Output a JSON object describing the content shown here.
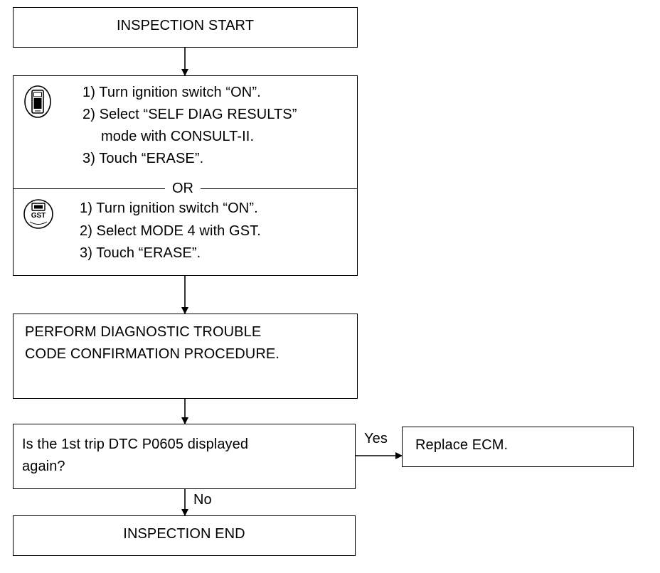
{
  "start": {
    "label": "INSPECTION START"
  },
  "step1": {
    "consult": {
      "icon": "consult-ii-tester-icon",
      "lines": [
        "1) Turn ignition switch “ON”.",
        "2) Select “SELF DIAG RESULTS”",
        "mode with CONSULT-II.",
        "3) Touch “ERASE”."
      ]
    },
    "separator": "OR",
    "gst": {
      "icon": "gst-scan-tool-icon",
      "icon_text": "GST",
      "lines": [
        "1) Turn ignition switch “ON”.",
        "2) Select MODE 4 with GST.",
        "3) Touch “ERASE”."
      ]
    }
  },
  "step2": {
    "lines": [
      "PERFORM DIAGNOSTIC TROUBLE",
      "CODE CONFIRMATION PROCEDURE."
    ]
  },
  "decision": {
    "lines": [
      "Is the 1st trip DTC P0605 displayed",
      "again?"
    ],
    "yes_label": "Yes",
    "no_label": "No"
  },
  "action": {
    "label": "Replace ECM."
  },
  "end": {
    "label": "INSPECTION END"
  }
}
